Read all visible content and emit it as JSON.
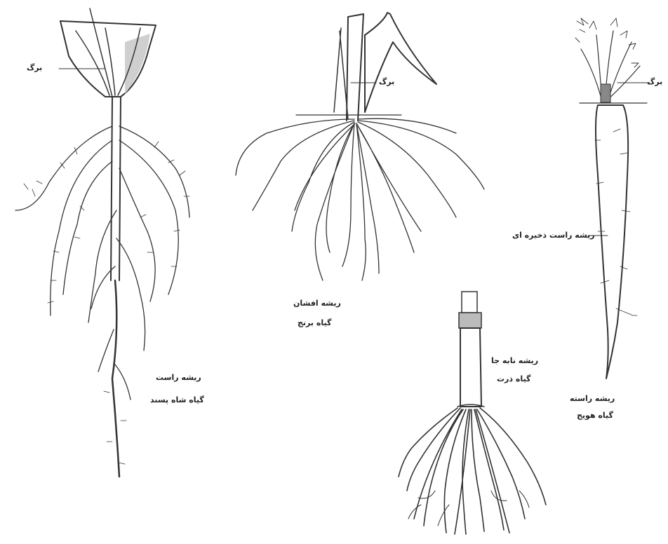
{
  "labels": {
    "pistachio_leaf": "برگ",
    "pistachio_root_type": "ریشه راست",
    "pistachio_plant": "گیاه شاه پسند",
    "wheat_leaf": "برگ",
    "wheat_root_type": "ریشه افشان",
    "wheat_plant": "گیاه برنج",
    "carrot_leaf": "برگ",
    "carrot_storage_root": "ریشه راست ذخیره ای",
    "carrot_root_type": "ریشه راسته",
    "carrot_plant": "گیاه هویج",
    "corn_root_type": "ریشه نابه جا",
    "corn_plant": "گیاه ذرت"
  },
  "colors": {
    "ink": "#333333",
    "background": "#ffffff",
    "shade": "#cfcfcf"
  }
}
